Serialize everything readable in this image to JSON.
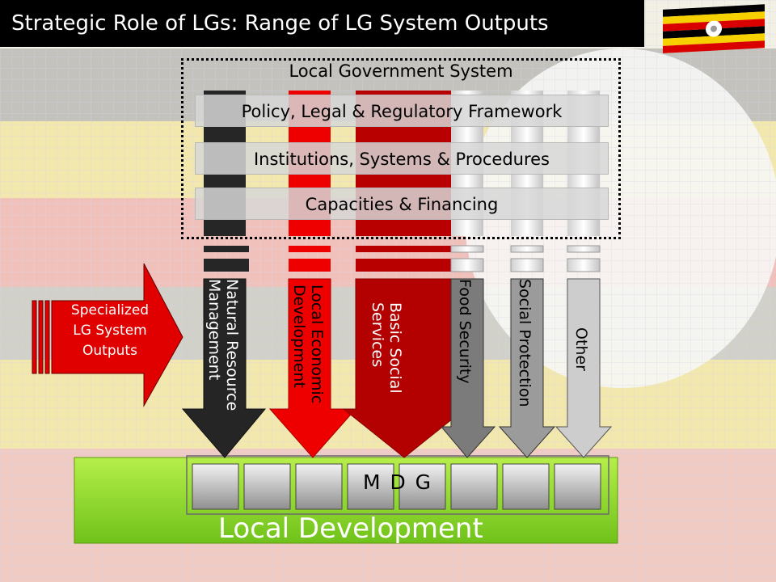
{
  "title": "Strategic Role of LGs: Range of LG System Outputs",
  "system": {
    "label": "Local Government System",
    "layers": [
      "Policy, Legal & Regulatory Framework",
      "Institutions, Systems & Procedures",
      "Capacities & Financing"
    ]
  },
  "outputs": [
    {
      "lines": [
        "Natural Resource",
        "Management"
      ],
      "color": "#202020"
    },
    {
      "lines": [
        "Local Economic",
        "Development"
      ],
      "color": "#e80000"
    },
    {
      "lines": [
        "Basic Social",
        "Services"
      ],
      "color": "#a80000"
    },
    {
      "lines": [
        "Food Security"
      ],
      "color": "#7a7a7a"
    },
    {
      "lines": [
        "Social Protection"
      ],
      "color": "#9a9a9a"
    },
    {
      "lines": [
        "Other"
      ],
      "color": "#c8c8c8"
    }
  ],
  "specialized": {
    "text": [
      "Specialized",
      "LG System",
      "Outputs"
    ],
    "color": "#e00000"
  },
  "mdg": "M D G",
  "local_development": "Local Development",
  "colors": {
    "green": "#8ed62a",
    "title_bg": "#000000",
    "flag": [
      "#000000",
      "#f7d000",
      "#d90000"
    ]
  }
}
